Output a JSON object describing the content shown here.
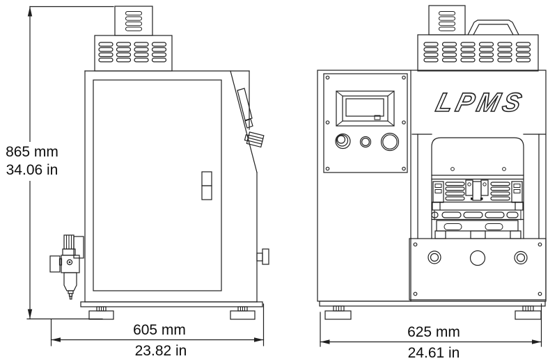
{
  "drawing": {
    "logo": {
      "text": "LPMS"
    },
    "dimensions": {
      "height": {
        "mm": "865 mm",
        "inches": "34.06 in"
      },
      "depth": {
        "mm": "605 mm",
        "inches": "23.82 in"
      },
      "width": {
        "mm": "625 mm",
        "inches": "24.61 in"
      }
    },
    "colors": {
      "line": "#1f1f1f",
      "background": "#ffffff"
    }
  }
}
